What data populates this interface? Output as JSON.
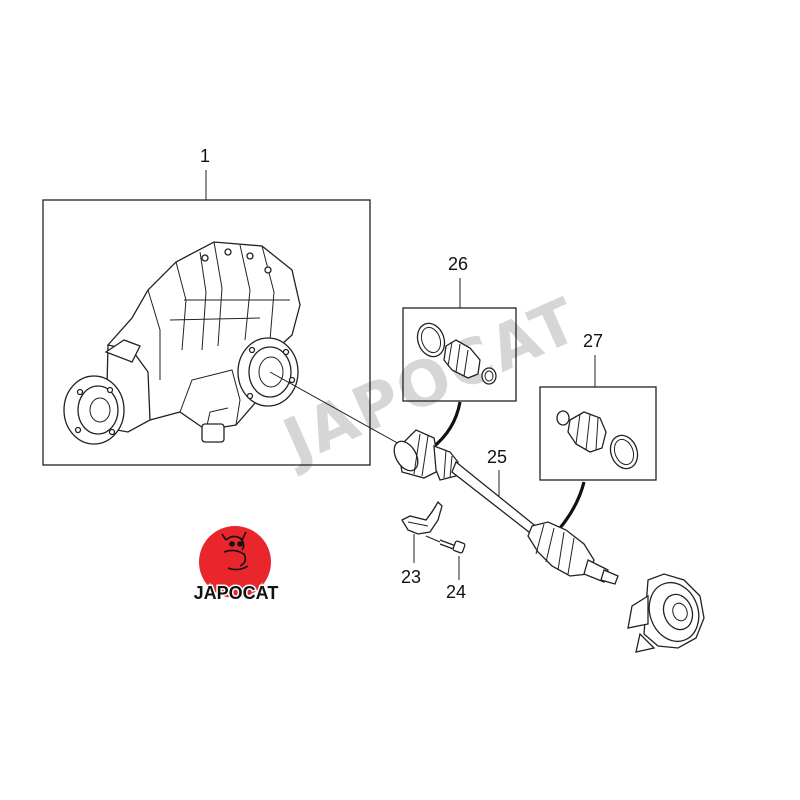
{
  "watermark": "JAPOCAT",
  "logo": {
    "text": "JAPOCAT",
    "color": "#e8262b"
  },
  "callouts": {
    "p1": "1",
    "p23": "23",
    "p24": "24",
    "p25": "25",
    "p26": "26",
    "p27": "27"
  },
  "parts": [
    {
      "number": "1",
      "name": "differential-assembly"
    },
    {
      "number": "23",
      "name": "shaft-clip"
    },
    {
      "number": "24",
      "name": "clip-bolt"
    },
    {
      "number": "25",
      "name": "drive-shaft"
    },
    {
      "number": "26",
      "name": "inner-boot-kit"
    },
    {
      "number": "27",
      "name": "outer-boot-kit"
    }
  ]
}
